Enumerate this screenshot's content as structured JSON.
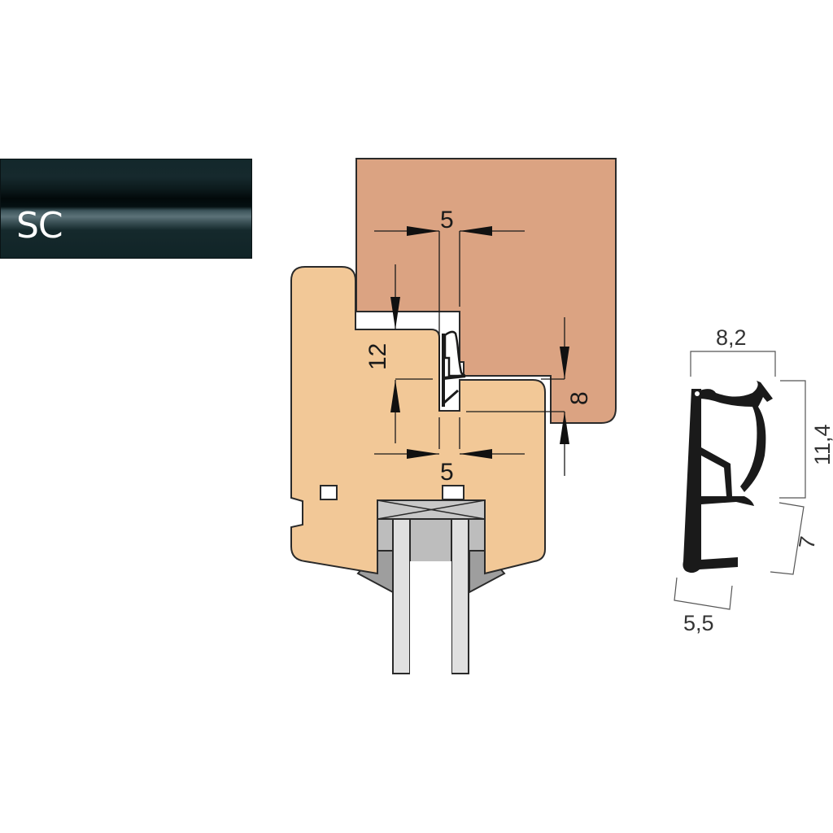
{
  "swatch": {
    "label": "SC",
    "colors": {
      "base": "#13282b",
      "highlight": "#5c7278",
      "shadow": "#02090a"
    }
  },
  "assembly": {
    "colors": {
      "sash": "#dba382",
      "frame": "#f2c897",
      "glass_spacer": "#bdbdbd",
      "glass_edge": "#9e9e9e",
      "glass_pane": "#e0e0e0",
      "outline": "#2a2a2a"
    },
    "dimensions": {
      "top_gap_width": "5",
      "rebate_height": "12",
      "overlap_height": "8",
      "bottom_gap_width": "5"
    }
  },
  "profile": {
    "color": "#1a1a1a",
    "dimensions": {
      "width": "8,2",
      "upper_height": "11,4",
      "lower_height": "7",
      "base_width": "5,5"
    }
  }
}
